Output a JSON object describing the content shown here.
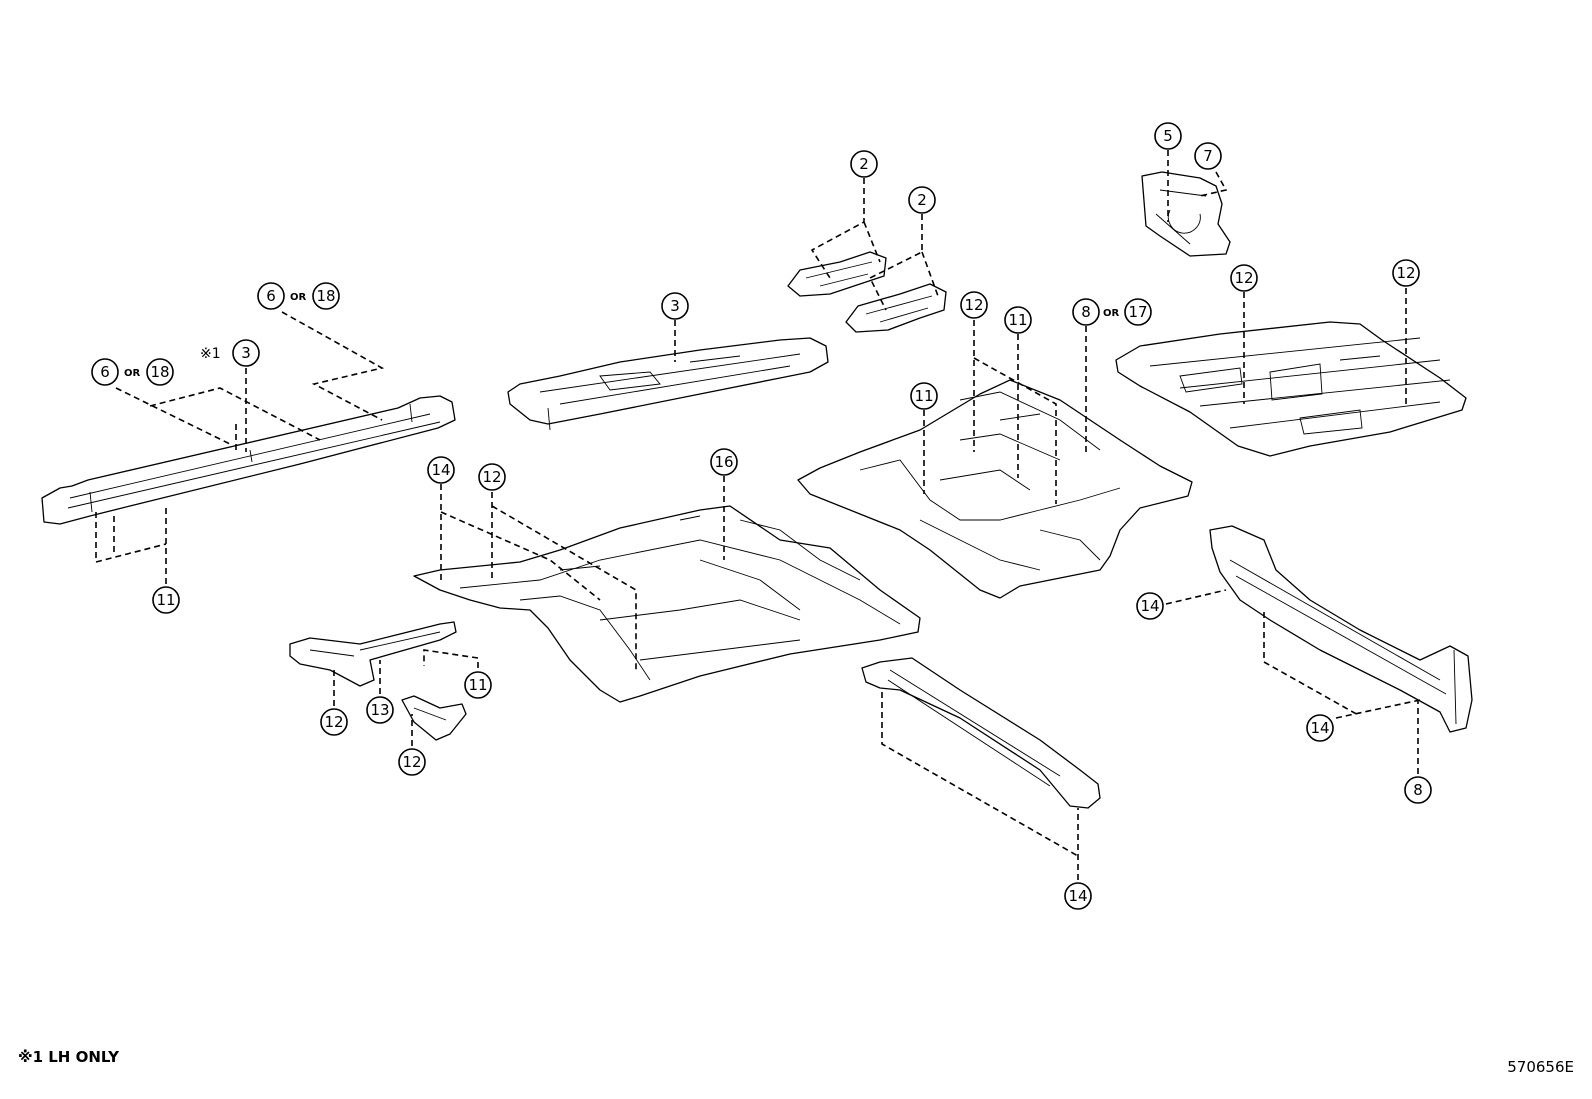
{
  "diagram": {
    "callouts": {
      "c2a": "2",
      "c2b": "2",
      "c3_top": "3",
      "c3_note": "3",
      "c5": "5",
      "c7": "7",
      "c6a": "6",
      "c18a": "18",
      "c6b": "6",
      "c18b": "18",
      "c8_or": "8",
      "c17": "17",
      "c12_a": "12",
      "c11_a": "11",
      "c11_b": "11",
      "c12_r1": "12",
      "c12_r2": "12",
      "c14_mid": "14",
      "c12_mid": "12",
      "c16": "16",
      "c11_side": "11",
      "c12_bl1": "12",
      "c13": "13",
      "c11_bl": "11",
      "c12_bl2": "12",
      "c14_right_upper": "14",
      "c14_right_lower": "14",
      "c8_bottom": "8",
      "c14_bottom": "14"
    },
    "or_label": "OR",
    "note_prefix": "※1"
  },
  "footnote": "※1 LH ONLY",
  "figure_id": "570656E"
}
